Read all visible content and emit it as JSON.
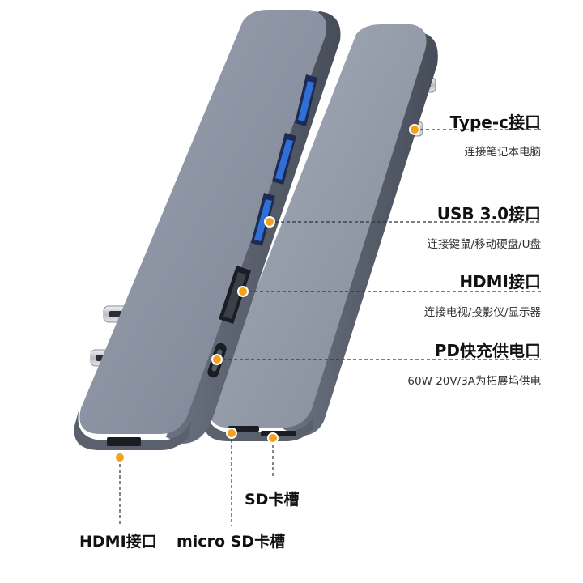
{
  "colors": {
    "hub_body": "#8e95a4",
    "hub_edge": "#5d6472",
    "port_blue": "#2f6fd6",
    "port_dark": "#1a1d24",
    "marker_orange": "#f3a21a",
    "leader_line": "#333333"
  },
  "callouts": {
    "typec": {
      "title": "Type-c接口",
      "sub": "连接笔记本电脑"
    },
    "usb": {
      "title": "USB 3.0接口",
      "sub": "连接键鼠/移动硬盘/U盘"
    },
    "hdmi_right": {
      "title": "HDMI接口",
      "sub": "连接电视/投影仪/显示器"
    },
    "pd": {
      "title": "PD快充供电口",
      "sub": "60W 20V/3A为拓展坞供电"
    }
  },
  "bottom_labels": {
    "sd": "SD卡槽",
    "hdmi": "HDMI接口",
    "microsd": "micro SD卡槽"
  }
}
